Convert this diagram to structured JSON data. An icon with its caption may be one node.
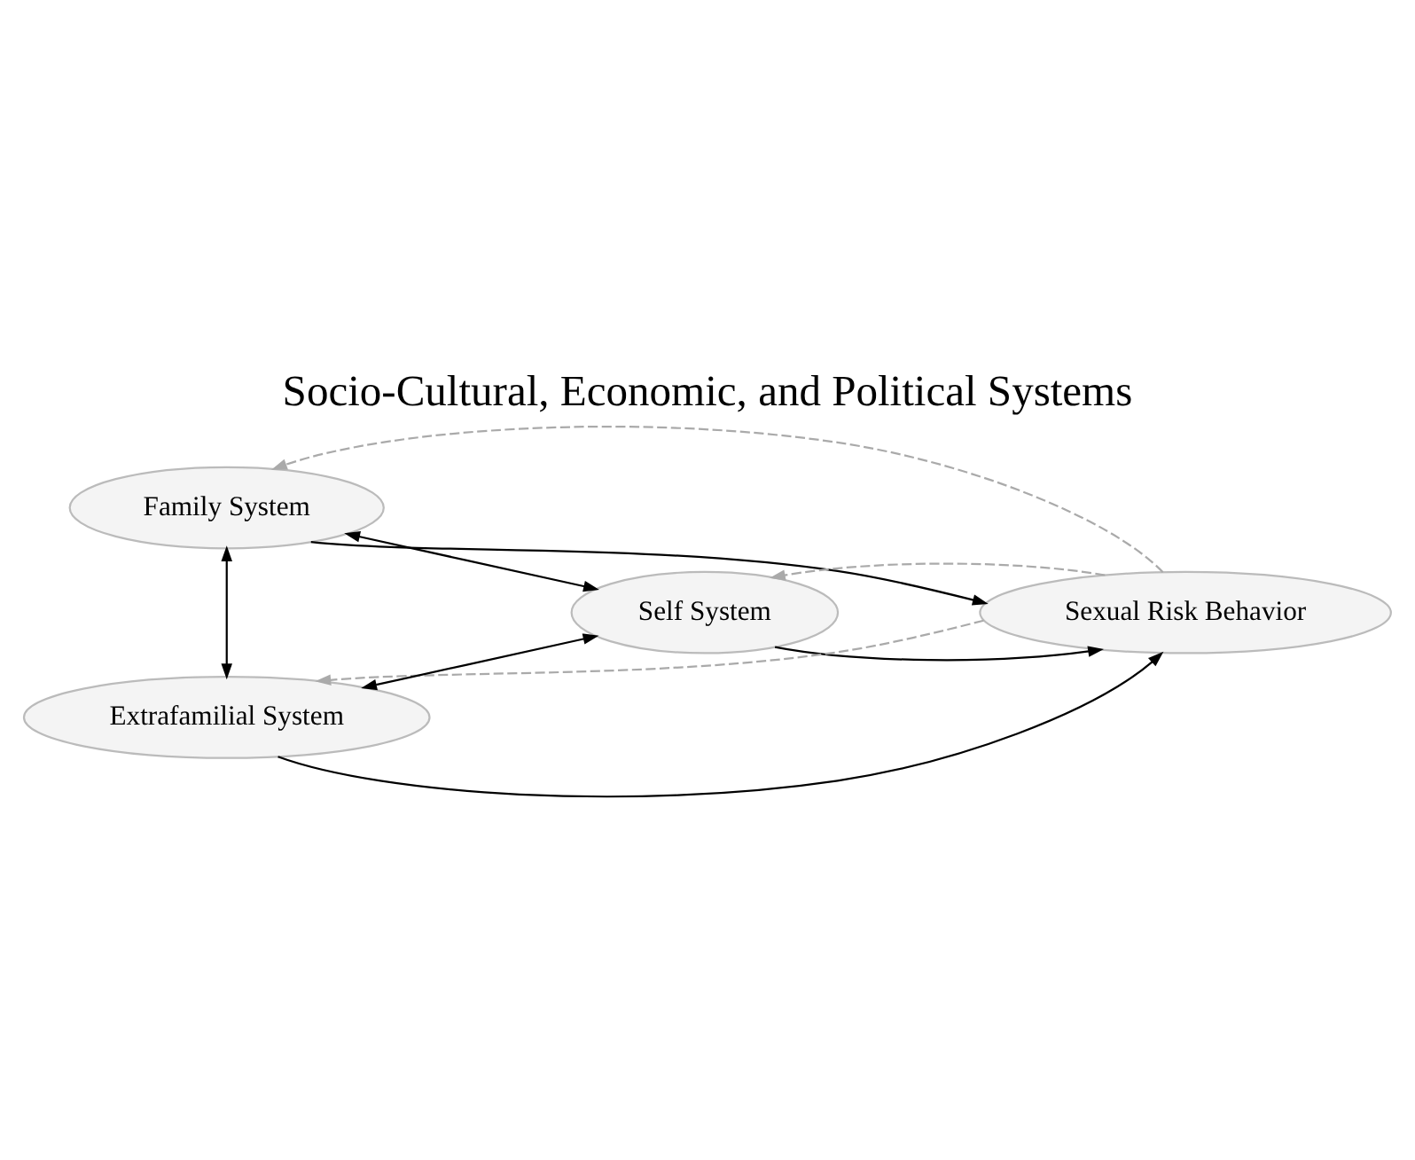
{
  "diagram": {
    "title": "Socio-Cultural, Economic, and Political Systems",
    "nodes": [
      {
        "text": [
          "Family System"
        ]
      },
      {
        "text": [
          "Self System"
        ]
      },
      {
        "text": [
          "Sexual Risk Behavior"
        ]
      },
      {
        "text": [
          "Extrafamilial System"
        ]
      }
    ],
    "edges": [
      {
        "from": 0,
        "to": 2,
        "arrow": "to"
      },
      {
        "from": 0,
        "to": 1,
        "arrow": "both"
      },
      {
        "from": 0,
        "to": 3,
        "arrow": "both"
      },
      {
        "from": 3,
        "to": 1,
        "arrow": "both"
      },
      {
        "from": 3,
        "to": 2,
        "arrow": "to"
      },
      {
        "from": 1,
        "to": 2,
        "arrow": "to"
      },
      {
        "from": 2,
        "to": 1,
        "arrow": "to",
        "style": "dashed",
        "color": "#aaaaaa"
      },
      {
        "from": 2,
        "to": 0,
        "arrow": "to",
        "style": "dashed",
        "color": "#aaaaaa"
      },
      {
        "from": 2,
        "to": 3,
        "arrow": "to",
        "style": "dashed",
        "color": "#aaaaaa"
      }
    ]
  }
}
